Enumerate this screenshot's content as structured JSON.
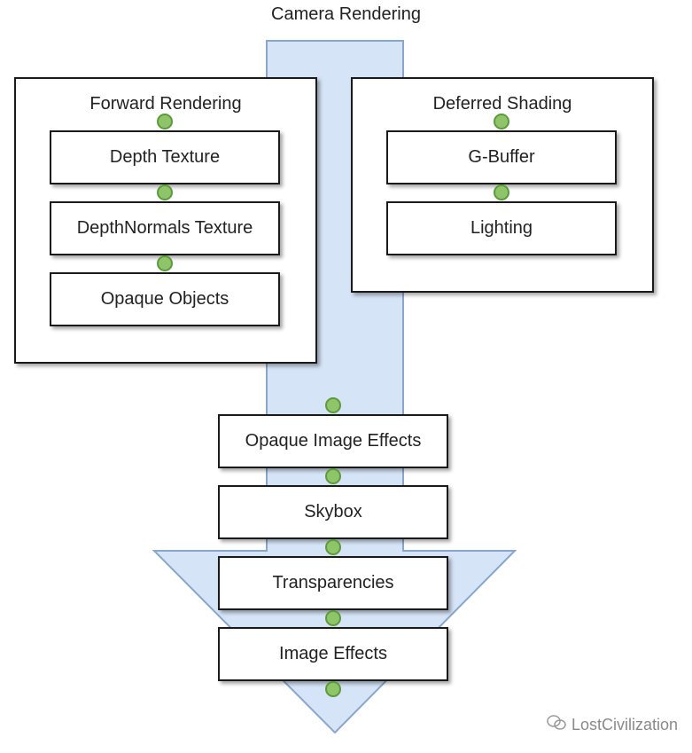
{
  "diagram": {
    "title": "Camera Rendering",
    "forward_group": {
      "label": "Forward Rendering",
      "steps": [
        "Depth Texture",
        "DepthNormals Texture",
        "Opaque Objects"
      ]
    },
    "deferred_group": {
      "label": "Deferred Shading",
      "steps": [
        "G-Buffer",
        "Lighting"
      ]
    },
    "pipeline_steps": [
      "Opaque Image Effects",
      "Skybox",
      "Transparencies",
      "Image Effects"
    ]
  },
  "colors": {
    "arrow_fill": "#d6e4f7",
    "arrow_stroke": "#8aa6c9",
    "connector_fill": "#8fc56a",
    "connector_stroke": "#5d9a3c"
  },
  "watermark": {
    "icon": "wechat-icon",
    "text": "LostCivilization"
  }
}
